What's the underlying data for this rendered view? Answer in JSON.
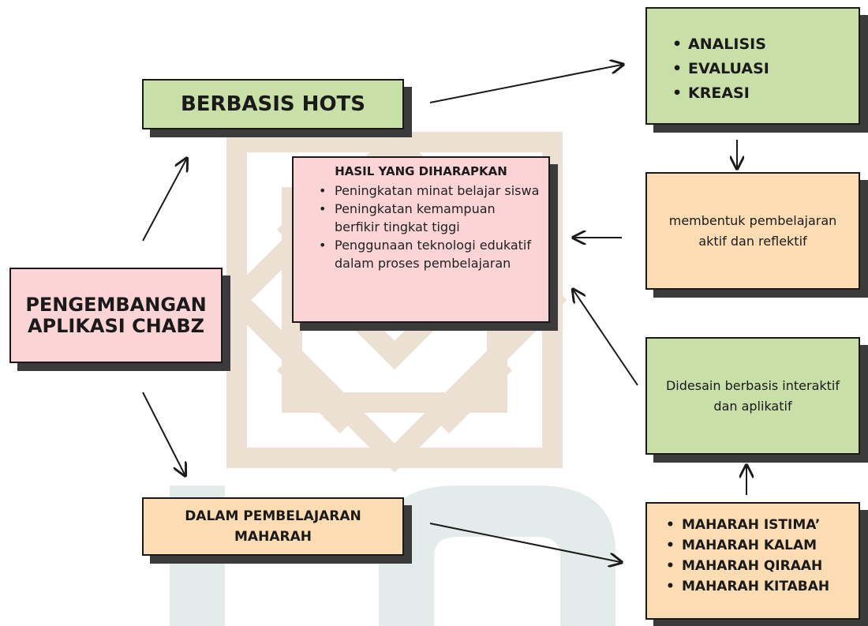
{
  "diagram": {
    "main_node": {
      "line1": "PENGEMBANGAN",
      "line2": "APLIKASI CHABZ"
    },
    "hots_node": {
      "label": "BERBASIS HOTS"
    },
    "maharah_node": {
      "line1": "DALAM PEMBELAJARAN",
      "line2": "MAHARAH"
    },
    "hasil_node": {
      "title": "HASIL YANG DIHARAPKAN",
      "items": [
        "Peningkatan minat belajar siswa",
        "Peningkatan kemampuan berfikir tingkat tiggi",
        "Penggunaan teknologi edukatif dalam proses pembelajaran"
      ]
    },
    "analisis_node": {
      "items": [
        "ANALISIS",
        "EVALUASI",
        "KREASI"
      ]
    },
    "membentuk_node": {
      "text": "membentuk pembelajaran aktif dan reflektif"
    },
    "didesain_node": {
      "text": "Didesain berbasis interaktif dan aplikatif"
    },
    "maharah_list_node": {
      "items": [
        "MAHARAH ISTIMA’",
        "MAHARAH KALAM",
        "MAHARAH QIRAAH",
        "MAHARAH KITABAH"
      ]
    },
    "colors": {
      "green": "#c9dfa8",
      "pink": "#fbd4d6",
      "peach": "#fcdcb2",
      "shadow": "#3b3b3b",
      "watermark_tan": "#e8dccb",
      "watermark_teal": "#dce8e6"
    }
  }
}
